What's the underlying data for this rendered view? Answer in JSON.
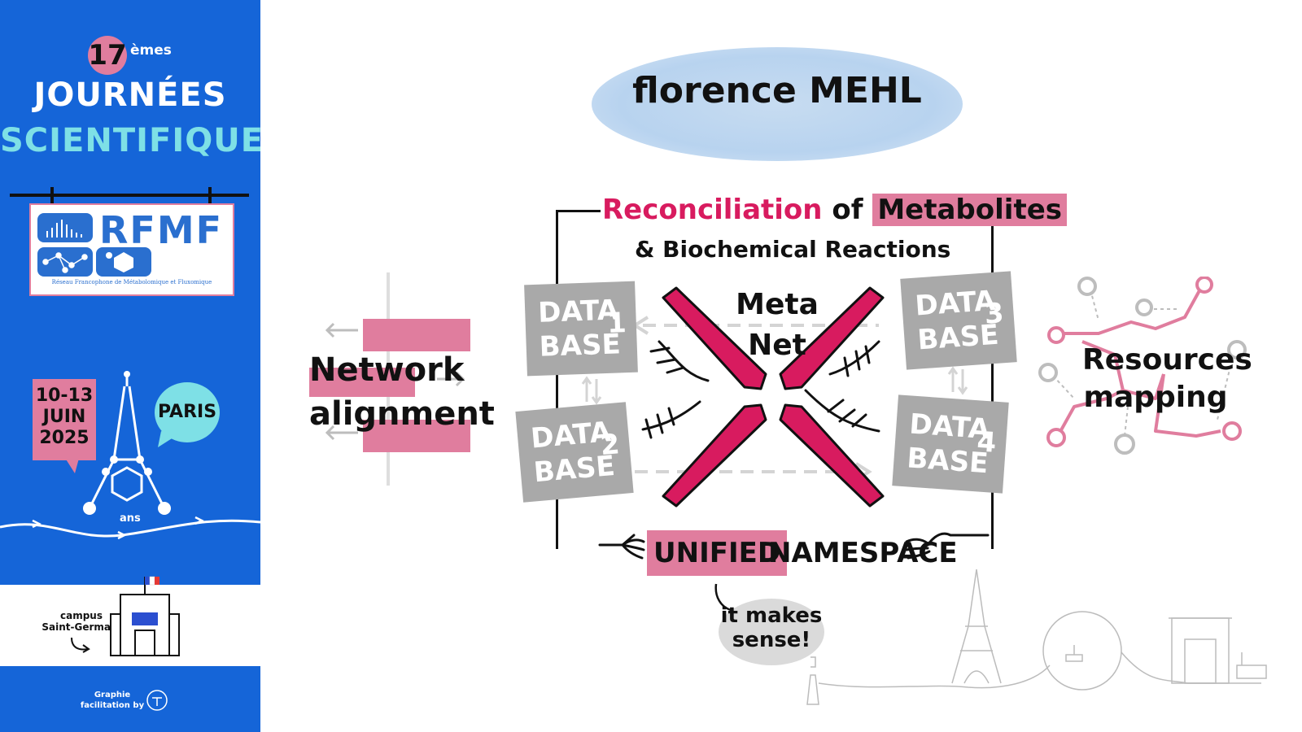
{
  "banner": {
    "edition_number": "17",
    "edition_suffix": "èmes",
    "title_line1": "JOURNÉES",
    "title_line2": "SCIENTIFIQUES",
    "logo_text": "RFMF",
    "logo_subtitle": "Réseau Francophone de Métabolomique et Fluxomique",
    "dates": [
      "10-13",
      "JUIN",
      "2025"
    ],
    "city": "PARIS",
    "anniversary_suffix": "ans",
    "campus": [
      "campus",
      "Saint-Germain"
    ],
    "credit": [
      "Graphie",
      "facilitation by"
    ]
  },
  "speaker": "florence MEHL",
  "heading": {
    "word1": "Reconciliation",
    "word2": "of",
    "word3": "Metabolites",
    "line2": "& Biochemical Reactions"
  },
  "databases": [
    {
      "line1": "DATA",
      "line2": "BASE",
      "number": "1"
    },
    {
      "line1": "DATA",
      "line2": "BASE",
      "number": "2"
    },
    {
      "line1": "DATA",
      "line2": "BASE",
      "number": "3"
    },
    {
      "line1": "DATA",
      "line2": "BASE",
      "number": "4"
    }
  ],
  "center": {
    "line1": "Meta",
    "line2": "Net"
  },
  "footer": {
    "highlight": "UNIFIED",
    "rest": "NAMESPACE"
  },
  "bubble": {
    "line1": "it makes",
    "line2": "sense!"
  },
  "left_topic": {
    "line1": "Network",
    "line2": "alignment"
  },
  "right_topic": {
    "line1": "Resources",
    "line2": "mapping"
  },
  "colors": {
    "banner_blue": "#1565d8",
    "pink": "#e07d9e",
    "magenta": "#d81b5f",
    "cyan": "#7ee0e6",
    "database_gray": "#a9a9a9",
    "cloud_blue": "#b8d3ef"
  }
}
